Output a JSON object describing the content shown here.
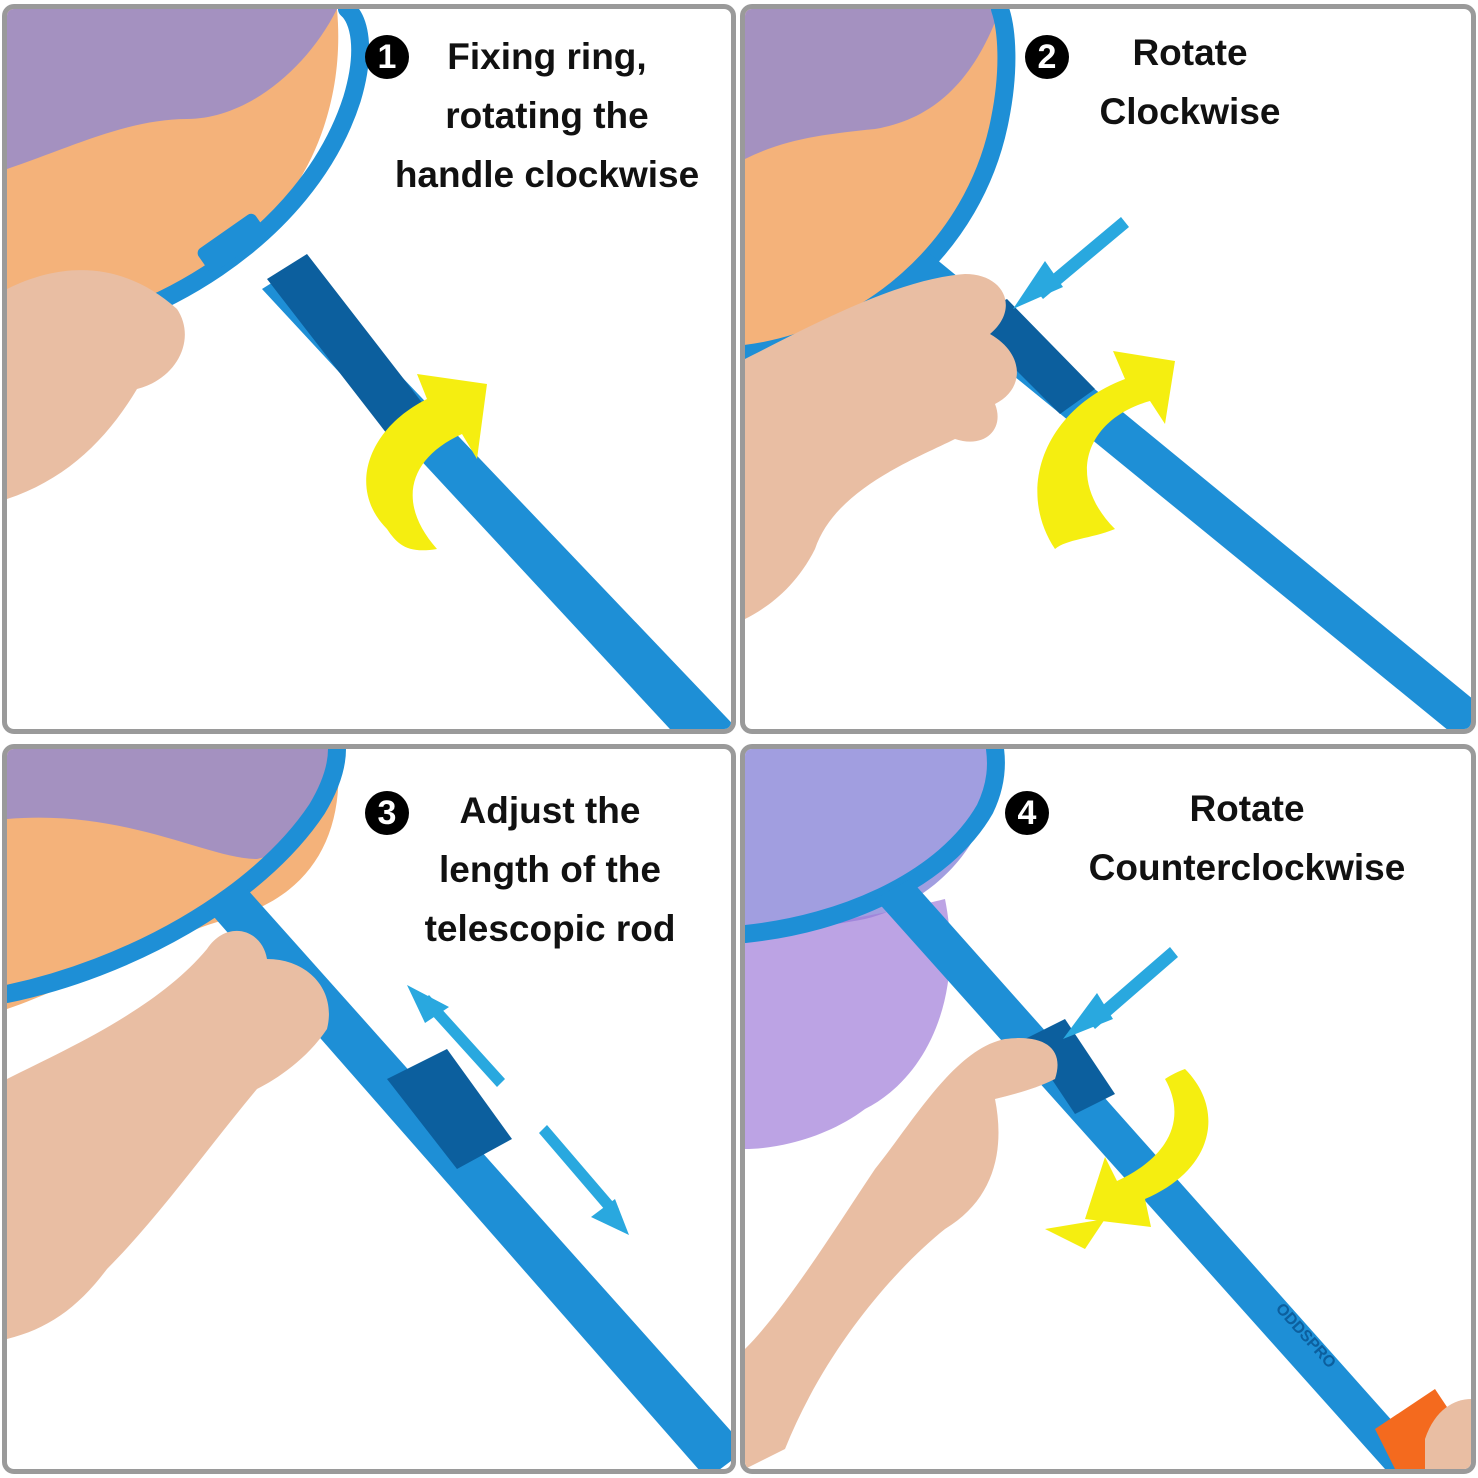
{
  "steps": [
    {
      "number": "1",
      "caption_lines": [
        "Fixing ring,",
        "rotating the",
        "handle clockwise"
      ],
      "arrow": "yellow-clockwise"
    },
    {
      "number": "2",
      "caption_lines": [
        "Rotate",
        "Clockwise"
      ],
      "arrow": "yellow-clockwise"
    },
    {
      "number": "3",
      "caption_lines": [
        "Adjust the",
        "length of the",
        "telescopic rod"
      ],
      "arrow": "blue-double"
    },
    {
      "number": "4",
      "caption_lines": [
        "Rotate",
        "Counterclockwise"
      ],
      "arrow": "yellow-counterclockwise"
    }
  ],
  "colors": {
    "rod": "#1e8fd6",
    "rod_dark": "#0c5f9e",
    "arrow_yellow": "#f5ee10",
    "arrow_blue": "#29a8df",
    "skin": "#e9bea3",
    "net_orange": "#f4b27a",
    "net_purple": "#8a86d8",
    "panel_border": "#9a9a9a"
  },
  "rod_brand_text": "ODDSPRO"
}
